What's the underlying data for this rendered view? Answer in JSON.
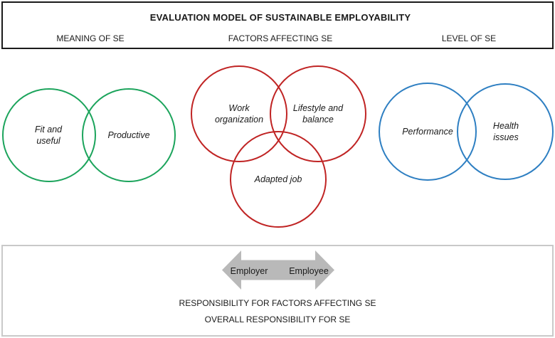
{
  "header": {
    "title": "EVALUATION MODEL OF SUSTAINABLE EMPLOYABILITY",
    "columns": [
      {
        "label": "MEANING OF SE"
      },
      {
        "label": "FACTORS AFFECTING SE"
      },
      {
        "label": "LEVEL OF SE"
      }
    ]
  },
  "diagram": {
    "groups": [
      {
        "name": "Meaning of SE",
        "color": "#1ca45c",
        "circles": [
          {
            "label": "Fit and\nuseful"
          },
          {
            "label": "Productive"
          }
        ]
      },
      {
        "name": "Factors affecting SE",
        "color": "#c02424",
        "circles": [
          {
            "label": "Work\norganization"
          },
          {
            "label": "Lifestyle and\nbalance"
          },
          {
            "label": "Adapted job"
          }
        ]
      },
      {
        "name": "Level of SE",
        "color": "#2e7fc2",
        "circles": [
          {
            "label": "Performance"
          },
          {
            "label": "Health issues"
          }
        ]
      }
    ]
  },
  "footer": {
    "arrow": {
      "fill": "#b9b9b9",
      "left_label": "Employer",
      "right_label": "Employee"
    },
    "lines": [
      "RESPONSIBILITY FOR FACTORS AFFECTING SE",
      "OVERALL RESPONSIBILITY FOR SE"
    ]
  }
}
